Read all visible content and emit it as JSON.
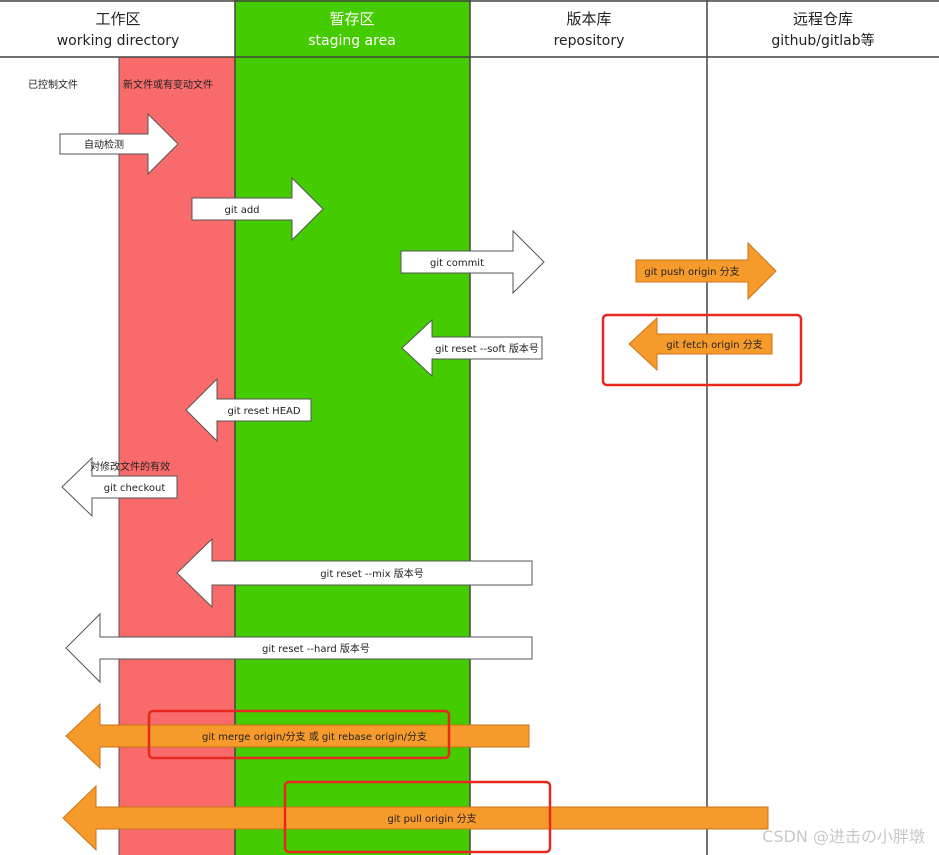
{
  "columns": [
    {
      "title": "工作区",
      "subtitle": "working directory"
    },
    {
      "title": "暂存区",
      "subtitle": "staging area"
    },
    {
      "title": "版本库",
      "subtitle": "repository"
    },
    {
      "title": "远程仓库",
      "subtitle": "github/gitlab等"
    }
  ],
  "subcolumns": [
    {
      "label": "已控制文件"
    },
    {
      "label": "新文件或有变动文件"
    }
  ],
  "arrows": [
    {
      "label": "自动检测",
      "direction": "right",
      "style": "white"
    },
    {
      "label": "git add",
      "direction": "right",
      "style": "white"
    },
    {
      "label": "git commit",
      "direction": "right",
      "style": "white"
    },
    {
      "label": "git push origin 分支",
      "direction": "right",
      "style": "orange"
    },
    {
      "label": "git fetch origin  分支",
      "direction": "left",
      "style": "orange"
    },
    {
      "label": "git reset --soft 版本号",
      "direction": "left",
      "style": "white"
    },
    {
      "label": "git reset HEAD",
      "direction": "left",
      "style": "white"
    },
    {
      "label": "git checkout",
      "direction": "left",
      "style": "white",
      "note": "对修改文件的有效"
    },
    {
      "label": "git reset --mix 版本号",
      "direction": "left",
      "style": "white"
    },
    {
      "label": "git reset --hard 版本号",
      "direction": "left",
      "style": "white"
    },
    {
      "label": "git merge origin/分支 或 git rebase origin/分支",
      "direction": "left",
      "style": "orange"
    },
    {
      "label": "git pull origin  分支",
      "direction": "left",
      "style": "orange"
    }
  ],
  "colors": {
    "staging": "#44cc00",
    "changed": "#f96b6b",
    "orange": "#f79a2c",
    "highlight": "#e8281e",
    "line": "#444444"
  },
  "watermark": "CSDN @进击の小胖墩"
}
